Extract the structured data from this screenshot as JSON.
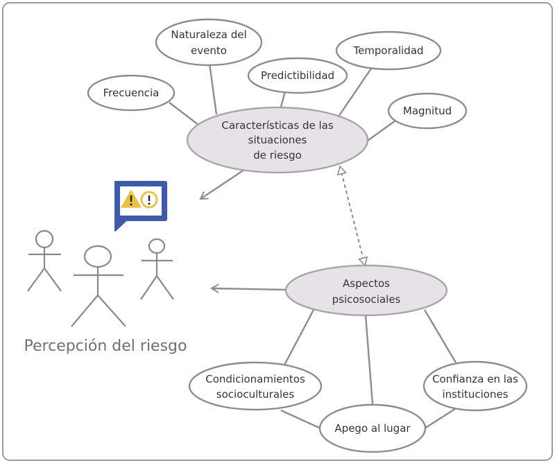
{
  "diagram": {
    "nodes": {
      "naturaleza": [
        "Naturaleza del",
        "evento"
      ],
      "temporalidad": [
        "Temporalidad"
      ],
      "predictibilidad": [
        "Predictibilidad"
      ],
      "frecuencia": [
        "Frecuencia"
      ],
      "magnitud": [
        "Magnitud"
      ],
      "caracteristicas": [
        "Características de las",
        "situaciones",
        "de riesgo"
      ],
      "aspectos": [
        "Aspectos",
        "psicosociales"
      ],
      "condicionamientos": [
        "Condicionamientos",
        "socioculturales"
      ],
      "confianza": [
        "Confianza en las",
        "instituciones"
      ],
      "apego": [
        "Apego al lugar"
      ]
    },
    "perception_label": "Percepción del riesgo",
    "speech_icons": [
      "warning-triangle-icon",
      "exclamation-circle-icon"
    ],
    "colors": {
      "hub_fill": "#e6e2e8",
      "line": "#8c8c8c",
      "badge_blue": "#3f5aa6",
      "badge_yellow": "#e9c046"
    }
  }
}
